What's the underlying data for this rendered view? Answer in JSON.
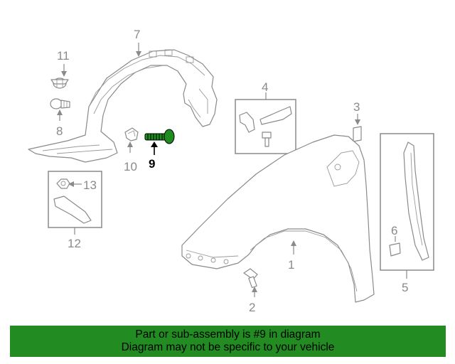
{
  "callouts": {
    "c1": "1",
    "c2": "2",
    "c3": "3",
    "c4": "4",
    "c5": "5",
    "c6": "6",
    "c7": "7",
    "c8": "8",
    "c9": "9",
    "c10": "10",
    "c11": "11",
    "c12": "12",
    "c13": "13"
  },
  "highlight_color": "#228b22",
  "banner": {
    "line1": "Part or sub-assembly is #9 in diagram",
    "line2": "Diagram may not be specific to your vehicle"
  }
}
